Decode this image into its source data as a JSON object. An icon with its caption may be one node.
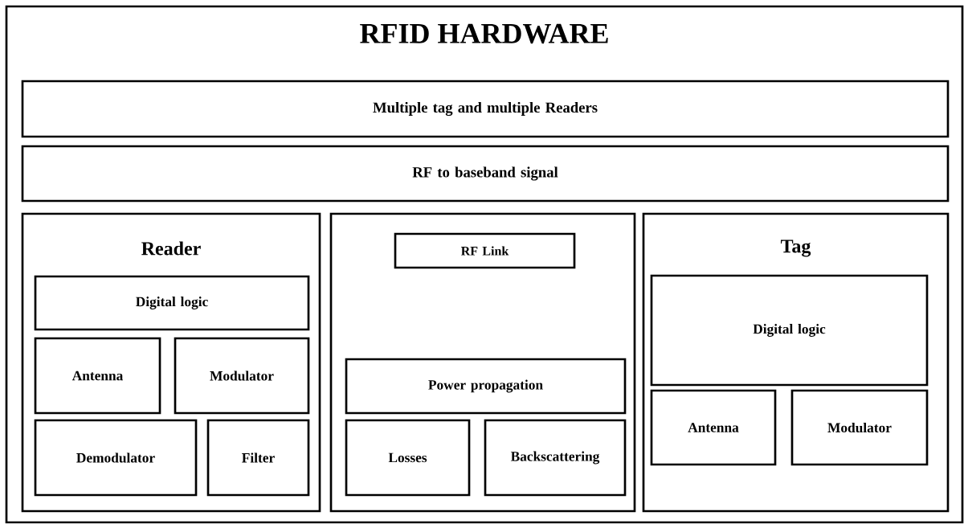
{
  "diagram": {
    "nodes": [
      {
        "text": [
          "RFID HARDWARE"
        ]
      },
      {
        "text": [
          "Multiple tag and multiple Readers"
        ],
        "in": 0
      },
      {
        "text": [
          "RF to baseband signal"
        ],
        "in": 0
      },
      {
        "text": [
          "Reader"
        ],
        "in": 0
      },
      {
        "text": [
          "Digital logic"
        ],
        "in": 3
      },
      {
        "text": [
          "Antenna"
        ],
        "in": 3
      },
      {
        "text": [
          "Modulator"
        ],
        "in": 3
      },
      {
        "text": [
          "Demodulator"
        ],
        "in": 3
      },
      {
        "text": [
          "Filter"
        ],
        "in": 3
      },
      {
        "text": [],
        "shape": "box",
        "in": 0
      },
      {
        "text": [
          "RF Link"
        ],
        "in": 9
      },
      {
        "text": [
          "Power propagation"
        ],
        "in": 9
      },
      {
        "text": [
          "Losses"
        ],
        "in": 9
      },
      {
        "text": [
          "Backscattering"
        ],
        "in": 9
      },
      {
        "text": [
          "Tag"
        ],
        "in": 0
      },
      {
        "text": [
          "Digital logic"
        ],
        "in": 14
      },
      {
        "text": [
          "Antenna"
        ],
        "in": 14
      },
      {
        "text": [
          "Modulator"
        ],
        "in": 14
      }
    ]
  }
}
